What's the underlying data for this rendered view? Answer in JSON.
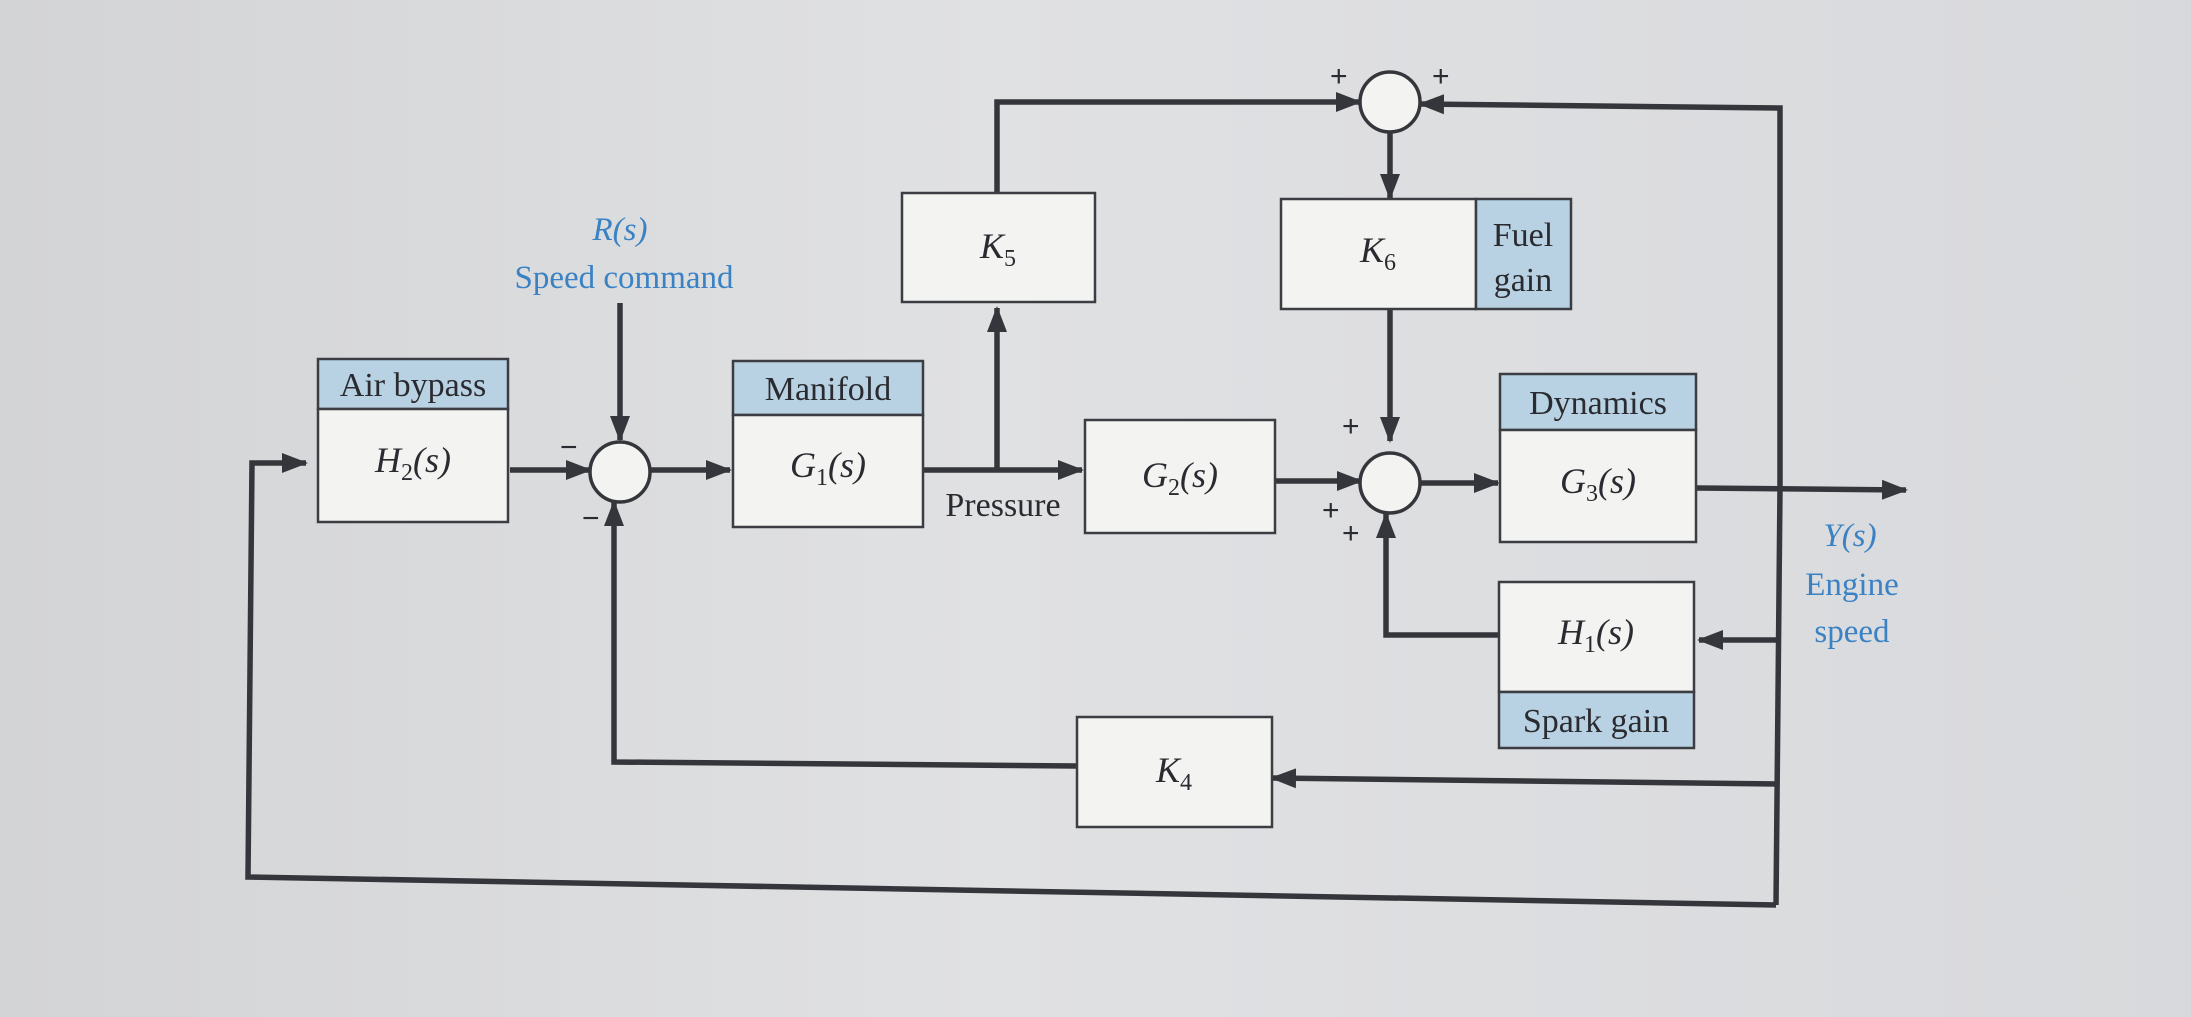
{
  "blocks": {
    "air_bypass": {
      "header": "Air bypass",
      "tf": "H",
      "sub": "2",
      "arg": "(s)"
    },
    "manifold": {
      "header": "Manifold",
      "tf": "G",
      "sub": "1",
      "arg": "(s)"
    },
    "g2": {
      "tf": "G",
      "sub": "2",
      "arg": "(s)"
    },
    "dynamics": {
      "header": "Dynamics",
      "tf": "G",
      "sub": "3",
      "arg": "(s)"
    },
    "k5": {
      "tf": "K",
      "sub": "5"
    },
    "k6": {
      "tf": "K",
      "sub": "6",
      "side_label_1": "Fuel",
      "side_label_2": "gain"
    },
    "h1": {
      "tf": "H",
      "sub": "1",
      "arg": "(s)",
      "footer": "Spark gain"
    },
    "k4": {
      "tf": "K",
      "sub": "4"
    }
  },
  "labels": {
    "input_symbol": "R(s)",
    "input_name": "Speed command",
    "pressure": "Pressure",
    "output_symbol": "Y(s)",
    "output_name_1": "Engine",
    "output_name_2": "speed"
  },
  "signs": {
    "plus": "+",
    "minus": "−"
  },
  "colors": {
    "header_fill": "#b9d2e3",
    "label_blue": "#3a82c4",
    "wire": "#34363b"
  }
}
